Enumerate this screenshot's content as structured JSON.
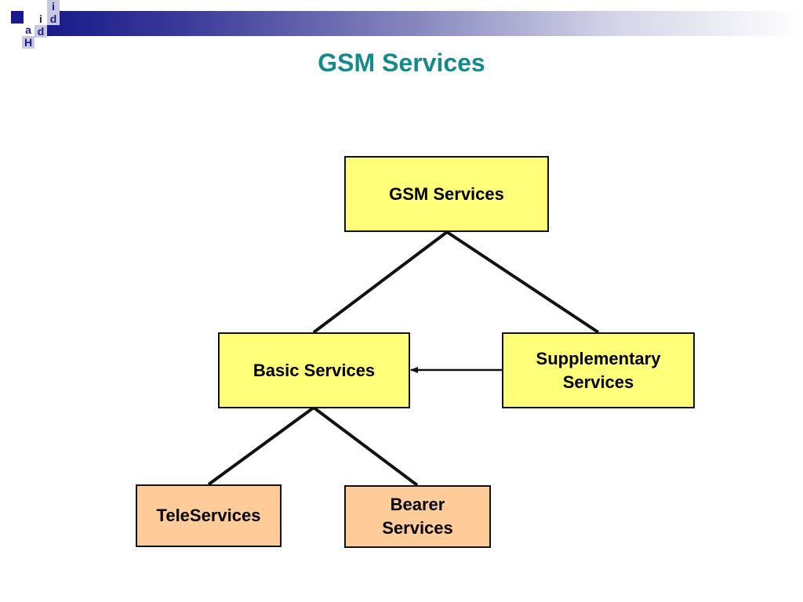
{
  "slide": {
    "title": "GSM Services",
    "title_color": "#168a8a"
  },
  "logo": {
    "letters": [
      "i",
      "i",
      "d",
      "a",
      "d",
      "H"
    ],
    "accent_color": "#1a1a8c"
  },
  "diagram": {
    "nodes": {
      "gsm_services": {
        "label": "GSM Services",
        "fill": "#ffff7a"
      },
      "basic_services": {
        "label": "Basic Services",
        "fill": "#ffff7a"
      },
      "supplementary_services": {
        "label": "Supplementary\nServices",
        "fill": "#ffff7a"
      },
      "teleservices": {
        "label": "TeleServices",
        "fill": "#ffcc99"
      },
      "bearer_services": {
        "label": "Bearer\nServices",
        "fill": "#ffcc99"
      }
    },
    "edges": [
      {
        "from": "gsm_services",
        "to": "basic_services",
        "type": "line"
      },
      {
        "from": "gsm_services",
        "to": "supplementary_services",
        "type": "line"
      },
      {
        "from": "supplementary_services",
        "to": "basic_services",
        "type": "arrow"
      },
      {
        "from": "basic_services",
        "to": "teleservices",
        "type": "line"
      },
      {
        "from": "basic_services",
        "to": "bearer_services",
        "type": "line"
      }
    ]
  }
}
